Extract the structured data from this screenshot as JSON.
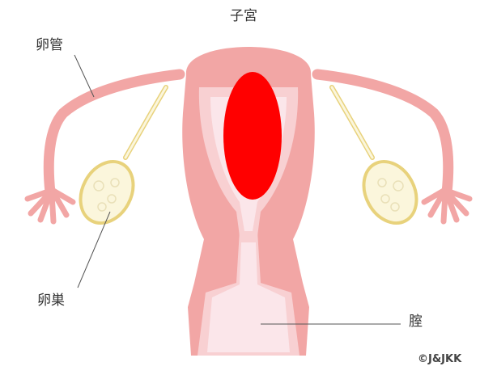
{
  "labels": {
    "uterus": "子宮",
    "fallopian_tube": "卵管",
    "ovary": "卵巣",
    "vagina": "腟"
  },
  "copyright": "©J&JKK",
  "colors": {
    "tissue_outer": "#f2a6a5",
    "tissue_inner": "#f8d0d2",
    "lumen": "#fbe6ea",
    "ovary_fill": "#fbf6dc",
    "ovary_stroke": "#e8d27c",
    "mass": "#ff0000",
    "leader_line": "#555555"
  }
}
